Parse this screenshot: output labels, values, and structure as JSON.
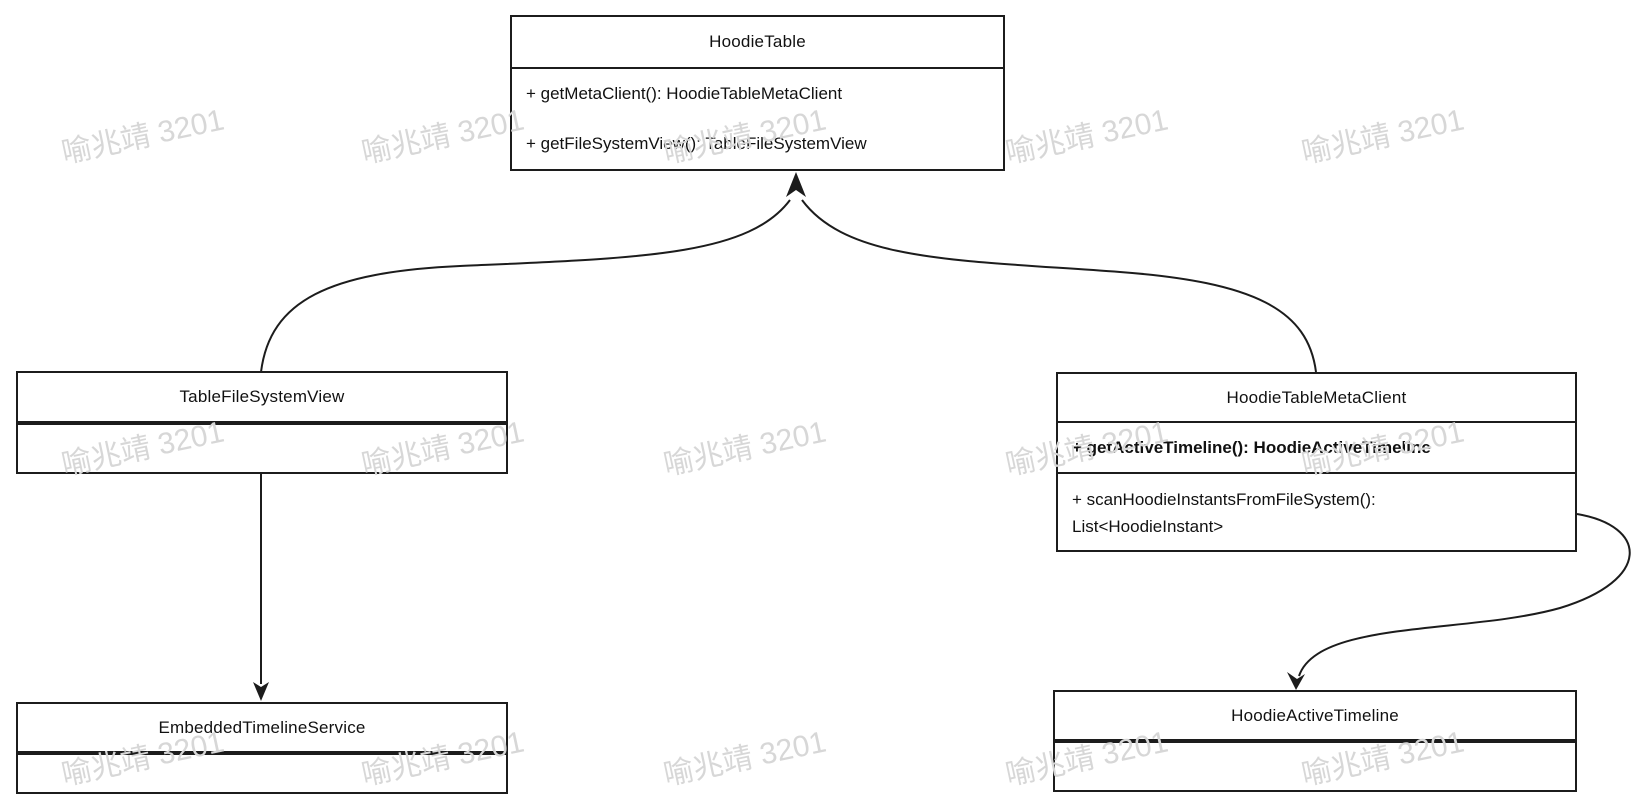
{
  "watermark": {
    "text": "喻兆靖 3201"
  },
  "colors": {
    "stroke": "#1c1c1c",
    "background": "#ffffff",
    "watermark": "#d7d7d7"
  },
  "classes": {
    "hoodie_table": {
      "title": "HoodieTable",
      "methods": [
        "+ getMetaClient(): HoodieTableMetaClient",
        "+ getFileSystemView(): TableFileSystemView"
      ]
    },
    "table_file_system_view": {
      "title": "TableFileSystemView"
    },
    "hoodie_table_meta_client": {
      "title": "HoodieTableMetaClient",
      "method1": "+ getActiveTimeline(): HoodieActiveTimeline",
      "method2_line1": "+ scanHoodieInstantsFromFileSystem():",
      "method2_line2": "List<HoodieInstant>"
    },
    "embedded_timeline_service": {
      "title": "EmbeddedTimelineService"
    },
    "hoodie_active_timeline": {
      "title": "HoodieActiveTimeline"
    }
  },
  "relations": [
    {
      "from": "TableFileSystemView",
      "to": "HoodieTable"
    },
    {
      "from": "HoodieTableMetaClient",
      "to": "HoodieTable"
    },
    {
      "from": "TableFileSystemView",
      "to": "EmbeddedTimelineService"
    },
    {
      "from": "HoodieTableMetaClient",
      "to": "HoodieActiveTimeline"
    }
  ]
}
